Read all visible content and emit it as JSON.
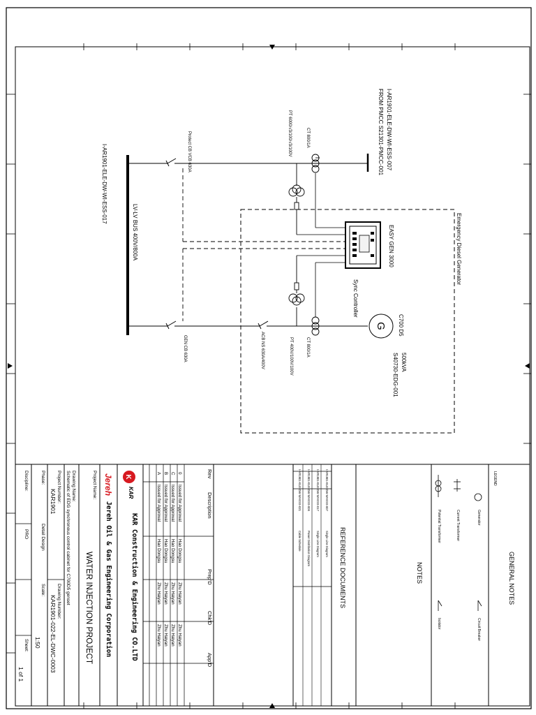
{
  "diagram": {
    "from_ref_1": "I-AR1901-ELE-DW-WI-ESS-007",
    "from_ref_2": "FROM PMCC S21301-PMCC-001",
    "pt_top": "PT 6000/√3/100/√3/100V",
    "ct_top": "CT 800/1A",
    "vcb_top": "Protect CB VCB 630A",
    "bus_ref": "I-AR1901-ELE-DW-WI-ESS-017",
    "bus_label": "LV-LV BUS 400V/800A",
    "emergency": "Emergency Diesel Generator",
    "easygen": "EASY GEN 3000",
    "sync_controller": "Sync Controller",
    "gen_label": "C700 D5",
    "gen_kva": "500kVA",
    "gen_tag": "S40730-EDG-001",
    "ct_bottom": "CT 800/1A",
    "pt_bottom": "PT 400V/100V/100V",
    "acb": "ACB NS 630A/400V",
    "gen_cb": "GEN CB 630A"
  },
  "title_block": {
    "general_notes": "GENERAL NOTES",
    "legend": "LEGEND",
    "legend_items": [
      "Generator",
      "Circuit Breaker",
      "Current Transformer",
      "Potential Transformer",
      "Isolator"
    ],
    "notes": "NOTES",
    "ref_docs_title": "REFERENCE DOCUMENTS",
    "ref_docs": [
      [
        "I-AR1901-ELE-DW-WI-ESS-007",
        "Single Line Diagram"
      ],
      [
        "I-AR1901-ELE-DW-WI-ESS-017",
        "Single Line Diagram"
      ],
      [
        "I-AR1901-ELE-DW-WI-ESS-006",
        "Power Distribution Diagram"
      ],
      [
        "I-AR1901-ELE-DW-WI-ESS-021",
        "Cable Schedule"
      ]
    ],
    "rev_header": {
      "rev": "Rev",
      "desc": "Description",
      "prep": "Prep'D",
      "chk": "Chk'D",
      "app": "App'D"
    },
    "rev_rows": [
      {
        "rev": "0",
        "desc": "Issued for Approval",
        "prep": "Hao Dongsu",
        "chk": "Zhu Haiyan",
        "app": "Zhu Haiyan"
      },
      {
        "rev": "C",
        "desc": "Issued for Approval",
        "prep": "Hao Dongsu",
        "chk": "Zhu Haiyan",
        "app": "Zhu Haiyan"
      },
      {
        "rev": "B",
        "desc": "Issued for Approval",
        "prep": "Hao Dongsu",
        "chk": "Zhu Haiyan",
        "app": "Zhu Haiyan"
      },
      {
        "rev": "A",
        "desc": "Issued for Approval",
        "prep": "Hao Dongsu",
        "chk": "Zhu Haiyan",
        "app": "Zhu Haiyan"
      }
    ],
    "kar_company": "KAR Construction & Engineering CO.LTD",
    "jereh_brand": "Jereh",
    "jereh_company": "Jereh Oil & Gas Engineering Corporation",
    "kar_brand": "KAR",
    "project_name_label": "Project Name:",
    "project_name": "WATER INJECTION PROJECT",
    "drawing_name_label": "Drawing Name:",
    "drawing_name": "Schematic of EDG synchronous control cabinet for C700D5 genset",
    "project_number_label": "Project Number:",
    "project_number": "KAR1901",
    "drawing_number_label": "Drawing Number:",
    "drawing_number": "KAR1901-022-EL-DWC-0003",
    "phase_label": "Phase:",
    "phase": "PRO",
    "phase2": "Detail Design",
    "scale_label": "Scale:",
    "scale": "1:50",
    "discipline_label": "Discipline:",
    "sheet_label": "Sheet:",
    "sheet": "1 of 1"
  }
}
